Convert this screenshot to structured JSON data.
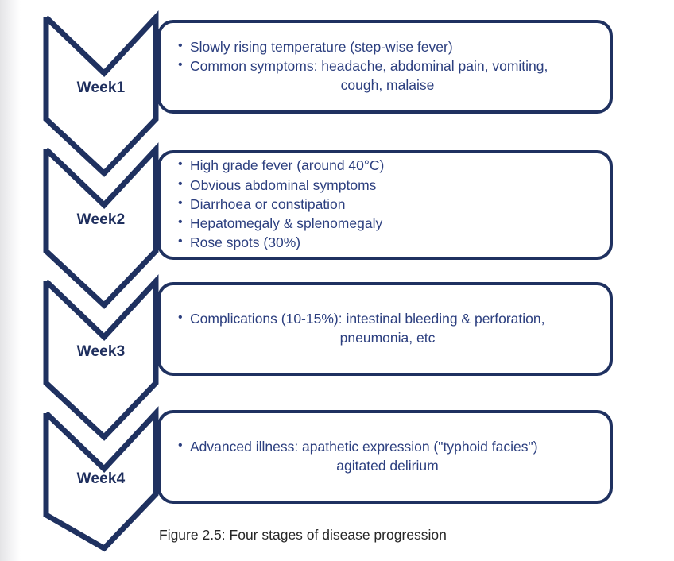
{
  "figure": {
    "caption": "Figure 2.5: Four stages of disease progression",
    "stroke_color": "#1f3160",
    "text_color": "#2c3f7f",
    "label_color": "#1f2f5e",
    "caption_color": "#262626",
    "background": "#ffffff"
  },
  "stages": [
    {
      "label": "Week1",
      "bullets": [
        {
          "text": "Slowly rising temperature (step-wise fever)",
          "wrap": ""
        },
        {
          "text": "Common symptoms: headache, abdominal pain, vomiting,",
          "wrap": "cough, malaise"
        }
      ]
    },
    {
      "label": "Week2",
      "bullets": [
        {
          "text": "High grade fever (around 40°C)",
          "wrap": ""
        },
        {
          "text": "Obvious abdominal symptoms",
          "wrap": ""
        },
        {
          "text": "Diarrhoea or constipation",
          "wrap": ""
        },
        {
          "text": "Hepatomegaly & splenomegaly",
          "wrap": ""
        },
        {
          "text": "Rose spots (30%)",
          "wrap": ""
        }
      ]
    },
    {
      "label": "Week3",
      "bullets": [
        {
          "text": "Complications (10-15%): intestinal bleeding & perforation,",
          "wrap": "pneumonia, etc"
        }
      ]
    },
    {
      "label": "Week4",
      "bullets": [
        {
          "text": "Advanced illness: apathetic expression (\"typhoid facies\")",
          "wrap": "agitated delirium"
        }
      ]
    }
  ]
}
